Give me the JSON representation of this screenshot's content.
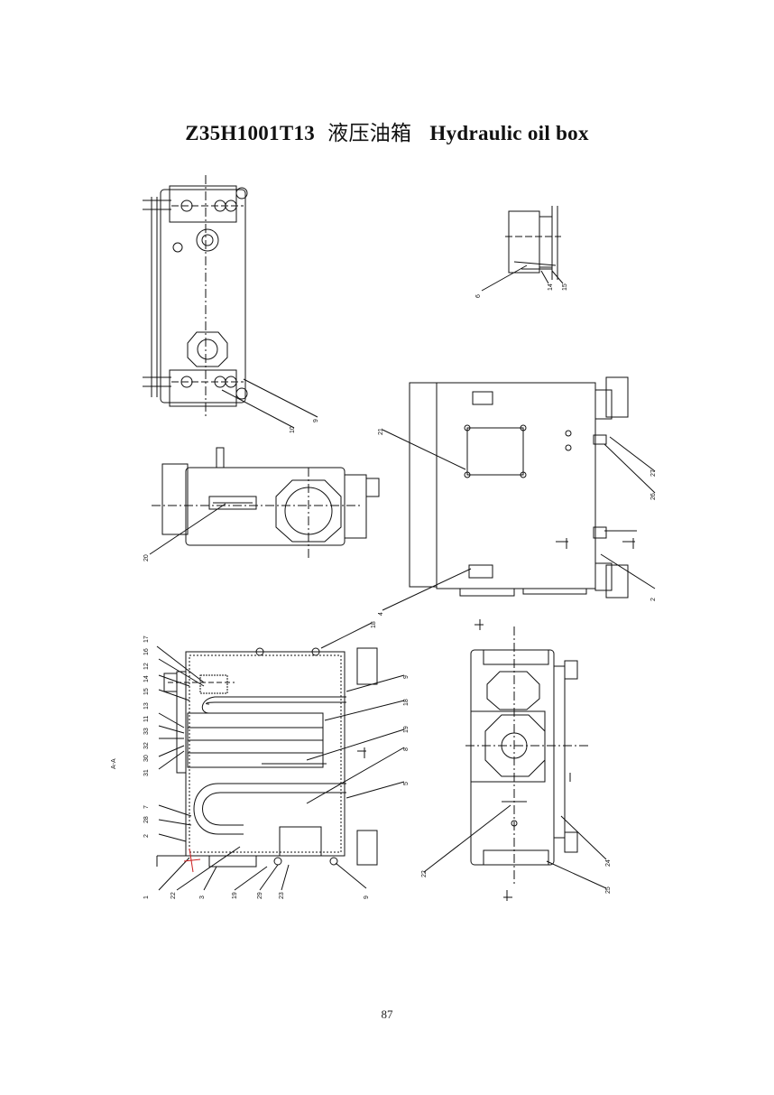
{
  "title": {
    "code": "Z35H1001T13",
    "cn": "液压油箱",
    "en": "Hydraulic oil box"
  },
  "page_number": "87",
  "views": {
    "top_view": {
      "callouts": [
        "9",
        "10"
      ]
    },
    "small_view": {
      "callouts": [
        "6",
        "14",
        "15"
      ]
    },
    "side_view": {
      "callouts": [
        "20"
      ]
    },
    "front_view": {
      "callouts": [
        "21",
        "4",
        "27",
        "26",
        "2"
      ]
    },
    "section_view": {
      "label": "A-A",
      "left_callouts": [
        "17",
        "16",
        "12",
        "14",
        "15",
        "13",
        "11",
        "33",
        "32",
        "30",
        "31",
        "7",
        "28",
        "2",
        "1",
        "22",
        "3",
        "19",
        "29",
        "23"
      ],
      "right_callouts": [
        "18",
        "9",
        "18",
        "19",
        "8",
        "5",
        "9"
      ]
    },
    "end_view": {
      "callouts": [
        "24",
        "25",
        "22"
      ]
    }
  },
  "colors": {
    "line": "#111111",
    "accent": "#cc2222",
    "background": "#ffffff"
  }
}
